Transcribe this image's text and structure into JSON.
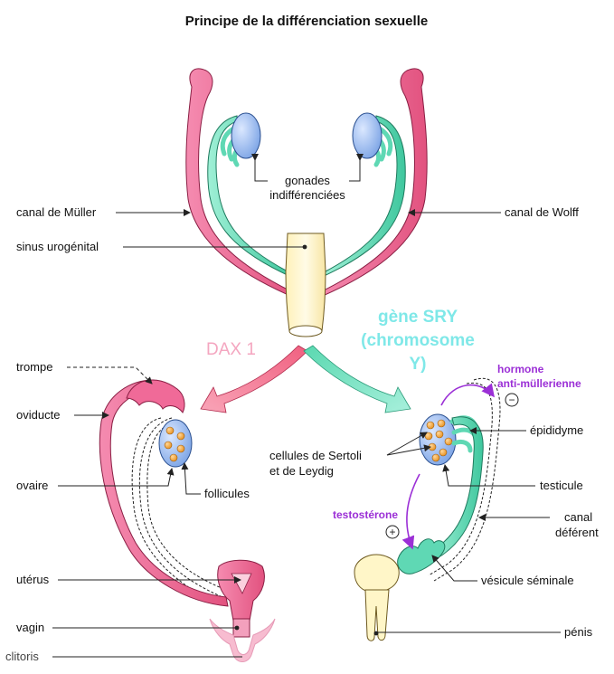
{
  "title": "Principe de la différenciation sexuelle",
  "top": {
    "gonads": [
      "gonades",
      "indifférenciées"
    ],
    "muller": "canal de Müller",
    "wolff": "canal de Wolff",
    "sinus": "sinus urogénital"
  },
  "branches": {
    "dax": "DAX 1",
    "sry": [
      "gène SRY",
      "(chromosome",
      "Y)"
    ]
  },
  "female": {
    "trompe": "trompe",
    "oviducte": "oviducte",
    "ovaire": "ovaire",
    "follicules": "follicules",
    "uterus": "utérus",
    "vagin": "vagin",
    "clitoris": "clitoris"
  },
  "male": {
    "amh": [
      "hormone",
      "anti-müllerienne"
    ],
    "amh_sign": "−",
    "epididyme": "épididyme",
    "sertoli": [
      "cellules de Sertoli",
      "et de Leydig"
    ],
    "testosterone": "testostérone",
    "testosterone_sign": "+",
    "testicule": "testicule",
    "canal_deferent": [
      "canal",
      "déférent"
    ],
    "vesicule": "vésicule séminale",
    "penis": "pénis"
  },
  "colors": {
    "pink": "#ee6f9a",
    "pink_light": "#f7a8c4",
    "teal": "#5fd8b4",
    "blue_gonad": "#8fb4ee",
    "sinus": "#fff6c8",
    "follicle": "#f0a430",
    "amh_purple": "#9b2fd6",
    "sry_cyan": "#7fe8e8",
    "dax_pink": "#f4a6c0"
  }
}
